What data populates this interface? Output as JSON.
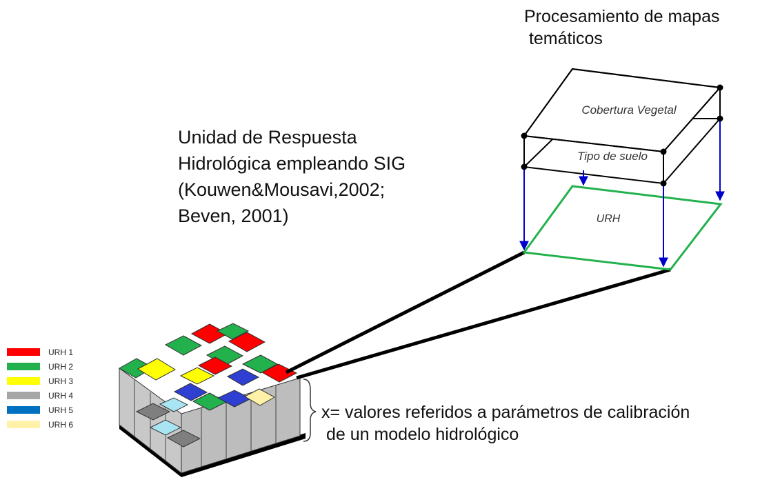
{
  "header": {
    "line1": "Procesamiento de mapas",
    "line2": " temáticos"
  },
  "main_title": {
    "line1": "Unidad de Respuesta",
    "line2": "Hidrológica empleando SIG",
    "line3": "(Kouwen&Mousavi,2002;",
    "line4": "Beven, 2001)"
  },
  "layers": {
    "top": "Cobertura Vegetal",
    "middle": "Tipo de suelo",
    "bottom": "URH"
  },
  "caption": {
    "line1": "x= valores referidos a parámetros de calibración",
    "line2": " de un modelo hidrológico"
  },
  "legend": [
    {
      "label": "URH 1",
      "color": "#ff0000"
    },
    {
      "label": "URH 2",
      "color": "#22b14c"
    },
    {
      "label": "URH 3",
      "color": "#ffff00"
    },
    {
      "label": "URH 4",
      "color": "#a6a6a6"
    },
    {
      "label": "URH 5",
      "color": "#0070c0"
    },
    {
      "label": "URH 6",
      "color": "#fff2a8"
    }
  ],
  "colors": {
    "layer_outline": "#000000",
    "urh_outline": "#22b14c",
    "projection_arrow": "#0000cc",
    "block_side": "#c8c8c8",
    "light_blue": "#a9e4f2",
    "dark_blue": "#2e3fd1"
  }
}
